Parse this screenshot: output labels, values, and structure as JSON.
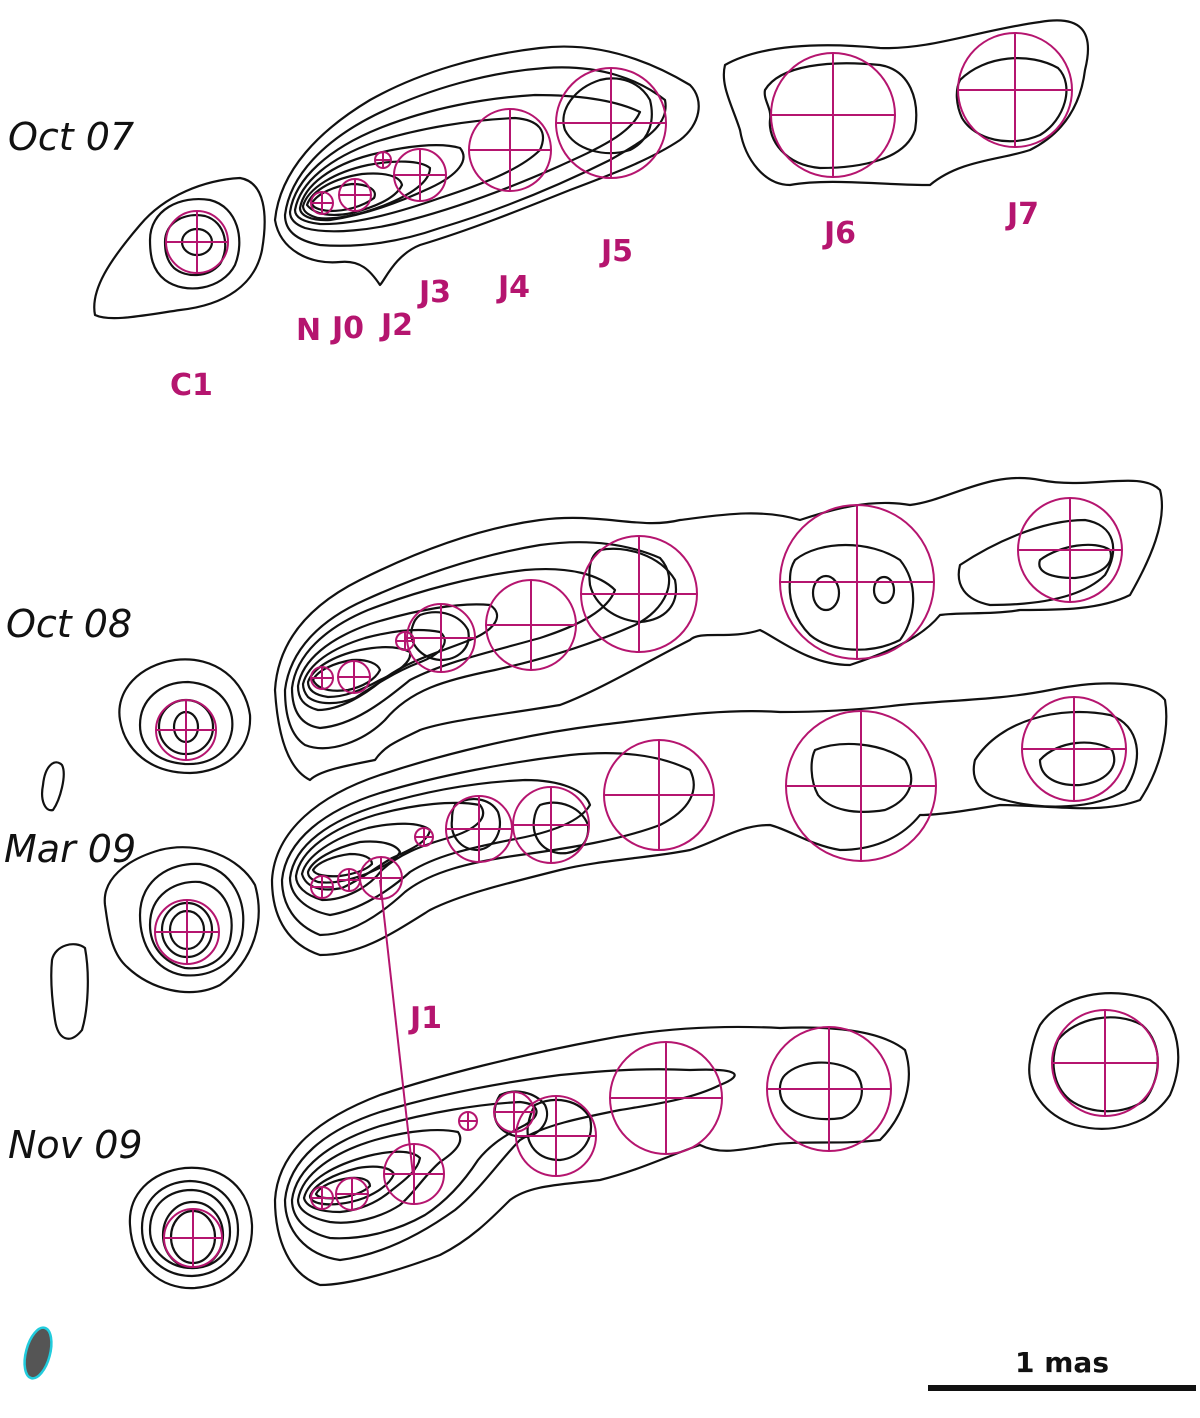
{
  "colors": {
    "component": "#b5156f",
    "contour": "#111111",
    "beam_fill": "#555555",
    "beam_outline": "#22ccdd"
  },
  "epochs": [
    "Oct 07",
    "Oct 08",
    "Mar 09",
    "Nov 09"
  ],
  "component_labels": {
    "c1": "C1",
    "n": "N",
    "j0": "J0",
    "j1": "J1",
    "j2": "J2",
    "j3": "J3",
    "j4": "J4",
    "j5": "J5",
    "j6": "J6",
    "j7": "J7"
  },
  "scale_bar": {
    "label": "1 mas"
  },
  "icons": {
    "beam": "beam-ellipse-icon"
  }
}
